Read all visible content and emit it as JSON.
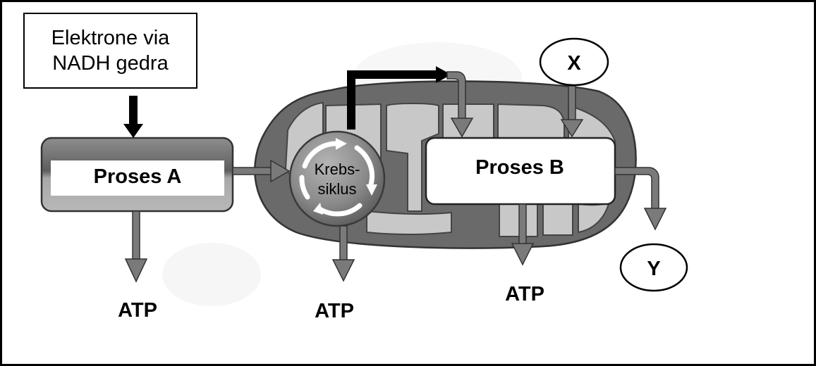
{
  "electron_box": {
    "line1": "Elektrone via",
    "line2": "NADH gedra"
  },
  "process_a": {
    "label": "Proses A"
  },
  "process_b": {
    "label": "Proses B"
  },
  "krebs_cycle": {
    "line1": "Krebs-",
    "line2": "siklus"
  },
  "inputs": {
    "x_label": "X"
  },
  "outputs": {
    "y_label": "Y",
    "atp_a": "ATP",
    "atp_krebs": "ATP",
    "atp_b": "ATP"
  },
  "colors": {
    "mitochondrion_outer": "#6a6a6a",
    "mitochondrion_inner": "#c8c8c8",
    "arrow_gray": "#7a7a7a",
    "krebs_sphere": "#8c8c8c"
  }
}
